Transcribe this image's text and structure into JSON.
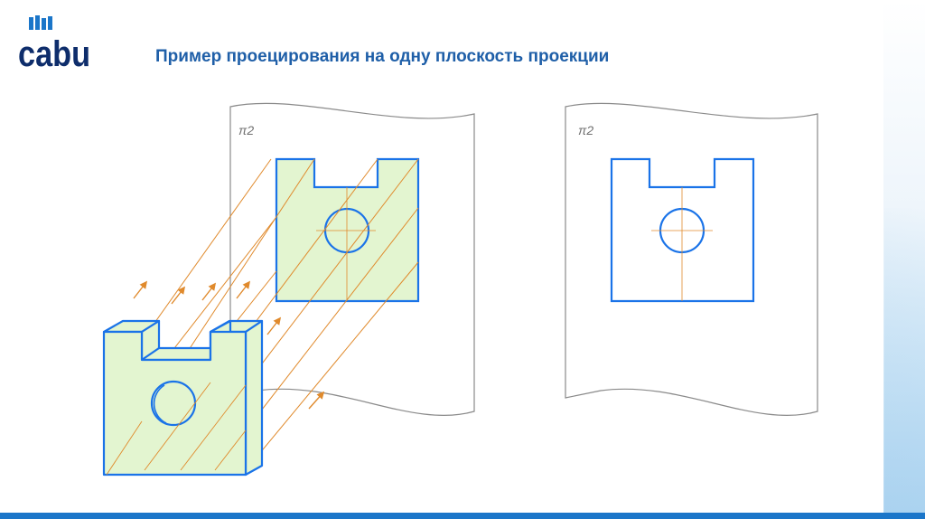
{
  "slide": {
    "title": "Пример проецирования на одну плоскость проекции"
  },
  "logo": {
    "text": "cabu"
  },
  "diagram": {
    "left_plane_label": "π2",
    "right_plane_label": "π2"
  },
  "colors": {
    "accent": "#1b76c9",
    "title": "#1f5fa8",
    "outline": "#1a73e8",
    "fill": "#e3f5d0",
    "projection_line": "#e08a2c",
    "axis": "#e08a2c",
    "plane_border": "#8a8a8a"
  },
  "icons": {
    "logo": "cabu-logo-icon",
    "projection_arrow": "arrow-icon"
  }
}
